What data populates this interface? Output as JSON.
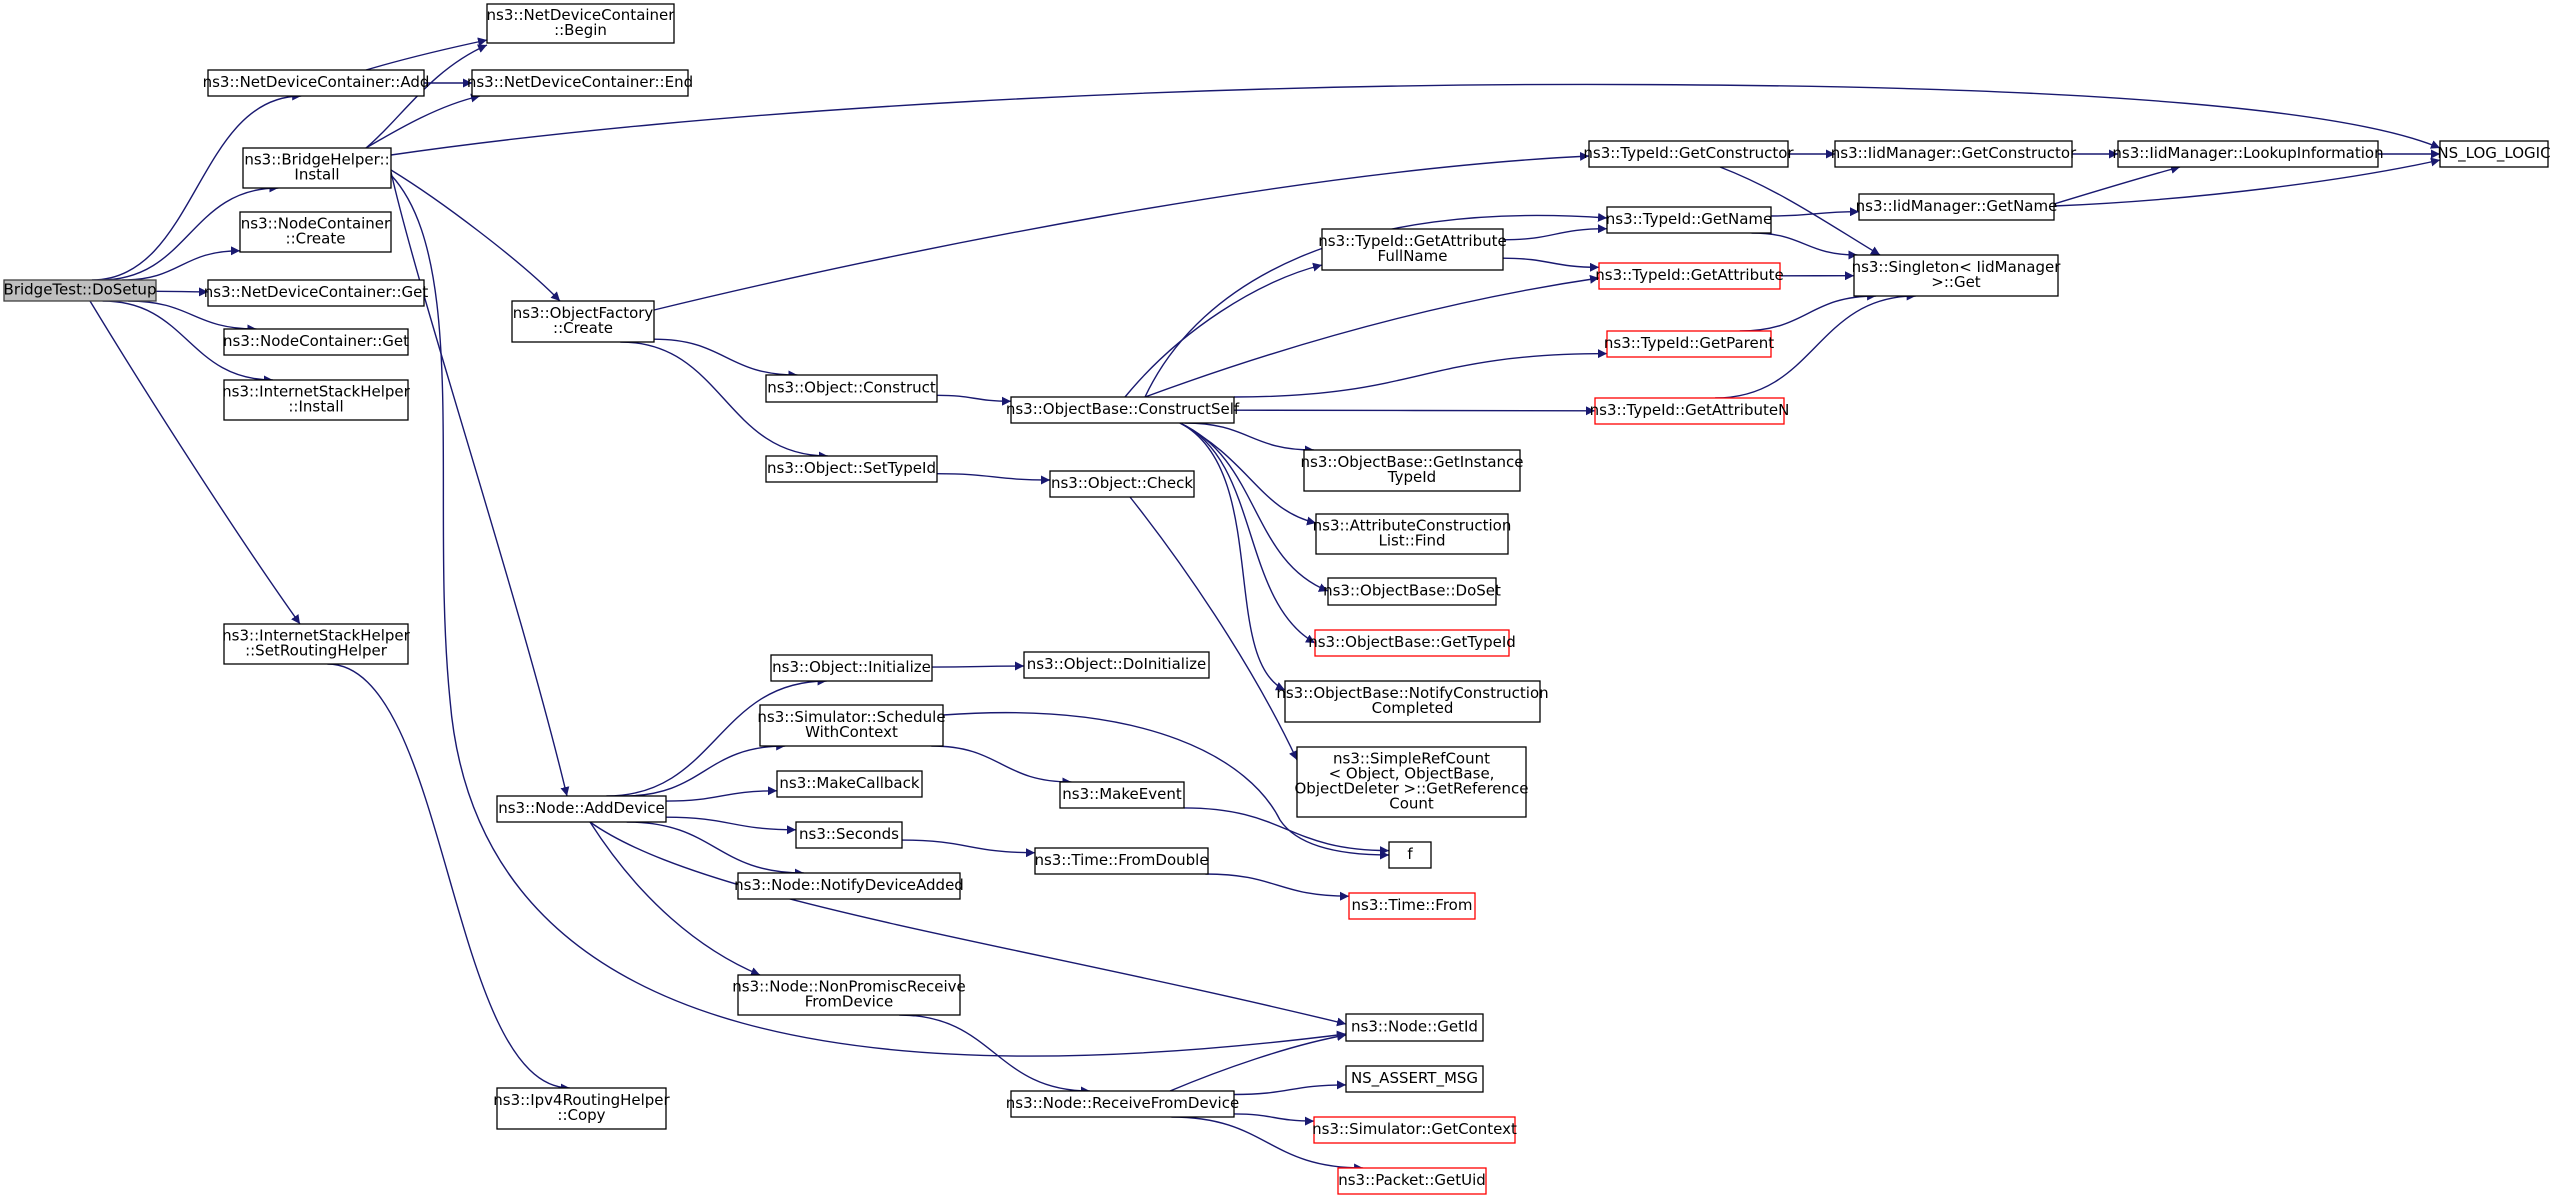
{
  "colors": {
    "edge": "#191970",
    "root_fill": "#bfbfbf",
    "node_border": "#000000",
    "truncated_border": "#ff0000"
  },
  "nodes": [
    {
      "id": "n0",
      "lines": [
        "BridgeTest::DoSetup"
      ],
      "style": "root"
    },
    {
      "id": "n1",
      "lines": [
        "ns3::NetDeviceContainer::Add"
      ]
    },
    {
      "id": "n2",
      "lines": [
        "ns3::NetDeviceContainer",
        "::Begin"
      ]
    },
    {
      "id": "n3",
      "lines": [
        "ns3::NetDeviceContainer::End"
      ]
    },
    {
      "id": "n4",
      "lines": [
        "ns3::BridgeHelper::",
        "Install"
      ]
    },
    {
      "id": "n5",
      "lines": [
        "ns3::NodeContainer",
        "::Create"
      ]
    },
    {
      "id": "n6",
      "lines": [
        "ns3::NetDeviceContainer::Get"
      ]
    },
    {
      "id": "n7",
      "lines": [
        "ns3::NodeContainer::Get"
      ]
    },
    {
      "id": "n8",
      "lines": [
        "ns3::InternetStackHelper",
        "::Install"
      ]
    },
    {
      "id": "n9",
      "lines": [
        "ns3::InternetStackHelper",
        "::SetRoutingHelper"
      ]
    },
    {
      "id": "n10",
      "lines": [
        "ns3::ObjectFactory",
        "::Create"
      ]
    },
    {
      "id": "n11",
      "lines": [
        "ns3::Node::AddDevice"
      ]
    },
    {
      "id": "n12",
      "lines": [
        "ns3::Ipv4RoutingHelper",
        "::Copy"
      ]
    },
    {
      "id": "n13",
      "lines": [
        "NS_LOG_LOGIC"
      ]
    },
    {
      "id": "n14",
      "lines": [
        "ns3::TypeId::GetConstructor"
      ]
    },
    {
      "id": "n15",
      "lines": [
        "ns3::Object::Construct"
      ]
    },
    {
      "id": "n16",
      "lines": [
        "ns3::Object::SetTypeId"
      ]
    },
    {
      "id": "n17",
      "lines": [
        "ns3::ObjectBase::ConstructSelf"
      ]
    },
    {
      "id": "n18",
      "lines": [
        "ns3::Object::Check"
      ]
    },
    {
      "id": "n19",
      "lines": [
        "ns3::Object::Initialize"
      ]
    },
    {
      "id": "n20",
      "lines": [
        "ns3::Simulator::Schedule",
        "WithContext"
      ]
    },
    {
      "id": "n21",
      "lines": [
        "ns3::MakeCallback"
      ]
    },
    {
      "id": "n22",
      "lines": [
        "ns3::Seconds"
      ]
    },
    {
      "id": "n23",
      "lines": [
        "ns3::Node::NotifyDeviceAdded"
      ]
    },
    {
      "id": "n24",
      "lines": [
        "ns3::Node::NonPromiscReceive",
        "FromDevice"
      ]
    },
    {
      "id": "n25",
      "lines": [
        "ns3::Object::DoInitialize"
      ]
    },
    {
      "id": "n26",
      "lines": [
        "ns3::MakeEvent"
      ]
    },
    {
      "id": "n27",
      "lines": [
        "ns3::Time::FromDouble"
      ]
    },
    {
      "id": "n28",
      "lines": [
        "ns3::Node::ReceiveFromDevice"
      ]
    },
    {
      "id": "n29",
      "lines": [
        "ns3::IidManager::GetConstructor"
      ]
    },
    {
      "id": "n30",
      "lines": [
        "ns3::IidManager::LookupInformation"
      ]
    },
    {
      "id": "n31",
      "lines": [
        "ns3::TypeId::GetAttribute",
        "FullName"
      ]
    },
    {
      "id": "n32",
      "lines": [
        "ns3::TypeId::GetName"
      ]
    },
    {
      "id": "n33",
      "lines": [
        "ns3::IidManager::GetName"
      ]
    },
    {
      "id": "n34",
      "lines": [
        "ns3::TypeId::GetAttribute"
      ],
      "style": "truncated"
    },
    {
      "id": "n35",
      "lines": [
        "ns3::Singleton< IidManager",
        " >::Get"
      ]
    },
    {
      "id": "n36",
      "lines": [
        "ns3::TypeId::GetParent"
      ],
      "style": "truncated"
    },
    {
      "id": "n37",
      "lines": [
        "ns3::TypeId::GetAttributeN"
      ],
      "style": "truncated"
    },
    {
      "id": "n38",
      "lines": [
        "ns3::ObjectBase::GetInstance",
        "TypeId"
      ]
    },
    {
      "id": "n39",
      "lines": [
        "ns3::AttributeConstruction",
        "List::Find"
      ]
    },
    {
      "id": "n40",
      "lines": [
        "ns3::ObjectBase::DoSet"
      ]
    },
    {
      "id": "n41",
      "lines": [
        "ns3::ObjectBase::GetTypeId"
      ],
      "style": "truncated"
    },
    {
      "id": "n42",
      "lines": [
        "ns3::ObjectBase::NotifyConstruction",
        "Completed"
      ]
    },
    {
      "id": "n43",
      "lines": [
        "ns3::SimpleRefCount",
        "< Object, ObjectBase,",
        " ObjectDeleter >::GetReference",
        "Count"
      ]
    },
    {
      "id": "n44",
      "lines": [
        "f"
      ]
    },
    {
      "id": "n45",
      "lines": [
        "ns3::Time::From"
      ],
      "style": "truncated"
    },
    {
      "id": "n46",
      "lines": [
        "ns3::Node::GetId"
      ]
    },
    {
      "id": "n47",
      "lines": [
        "NS_ASSERT_MSG"
      ]
    },
    {
      "id": "n48",
      "lines": [
        "ns3::Simulator::GetContext"
      ],
      "style": "truncated"
    },
    {
      "id": "n49",
      "lines": [
        "ns3::Packet::GetUid"
      ],
      "style": "truncated"
    }
  ],
  "edges": [
    [
      "n0",
      "n1"
    ],
    [
      "n0",
      "n4"
    ],
    [
      "n0",
      "n5"
    ],
    [
      "n0",
      "n6"
    ],
    [
      "n0",
      "n7"
    ],
    [
      "n0",
      "n8"
    ],
    [
      "n0",
      "n9"
    ],
    [
      "n1",
      "n2"
    ],
    [
      "n1",
      "n3"
    ],
    [
      "n4",
      "n2"
    ],
    [
      "n4",
      "n3"
    ],
    [
      "n4",
      "n13"
    ],
    [
      "n4",
      "n10"
    ],
    [
      "n4",
      "n11"
    ],
    [
      "n4",
      "n46"
    ],
    [
      "n9",
      "n12"
    ],
    [
      "n10",
      "n14"
    ],
    [
      "n10",
      "n15"
    ],
    [
      "n10",
      "n16"
    ],
    [
      "n14",
      "n29"
    ],
    [
      "n14",
      "n35"
    ],
    [
      "n29",
      "n30"
    ],
    [
      "n30",
      "n13"
    ],
    [
      "n15",
      "n17"
    ],
    [
      "n16",
      "n18"
    ],
    [
      "n17",
      "n31"
    ],
    [
      "n17",
      "n32"
    ],
    [
      "n17",
      "n34"
    ],
    [
      "n17",
      "n36"
    ],
    [
      "n17",
      "n37"
    ],
    [
      "n17",
      "n38"
    ],
    [
      "n17",
      "n39"
    ],
    [
      "n17",
      "n40"
    ],
    [
      "n17",
      "n41"
    ],
    [
      "n17",
      "n42"
    ],
    [
      "n31",
      "n32"
    ],
    [
      "n31",
      "n34"
    ],
    [
      "n32",
      "n33"
    ],
    [
      "n32",
      "n35"
    ],
    [
      "n33",
      "n30"
    ],
    [
      "n33",
      "n13"
    ],
    [
      "n34",
      "n35"
    ],
    [
      "n36",
      "n35"
    ],
    [
      "n37",
      "n35"
    ],
    [
      "n18",
      "n43"
    ],
    [
      "n11",
      "n19"
    ],
    [
      "n11",
      "n20"
    ],
    [
      "n11",
      "n21"
    ],
    [
      "n11",
      "n22"
    ],
    [
      "n11",
      "n23"
    ],
    [
      "n11",
      "n24"
    ],
    [
      "n11",
      "n46"
    ],
    [
      "n19",
      "n25"
    ],
    [
      "n20",
      "n26"
    ],
    [
      "n20",
      "n44"
    ],
    [
      "n26",
      "n44"
    ],
    [
      "n22",
      "n27"
    ],
    [
      "n27",
      "n45"
    ],
    [
      "n24",
      "n28"
    ],
    [
      "n28",
      "n46"
    ],
    [
      "n28",
      "n47"
    ],
    [
      "n28",
      "n48"
    ],
    [
      "n28",
      "n49"
    ]
  ]
}
